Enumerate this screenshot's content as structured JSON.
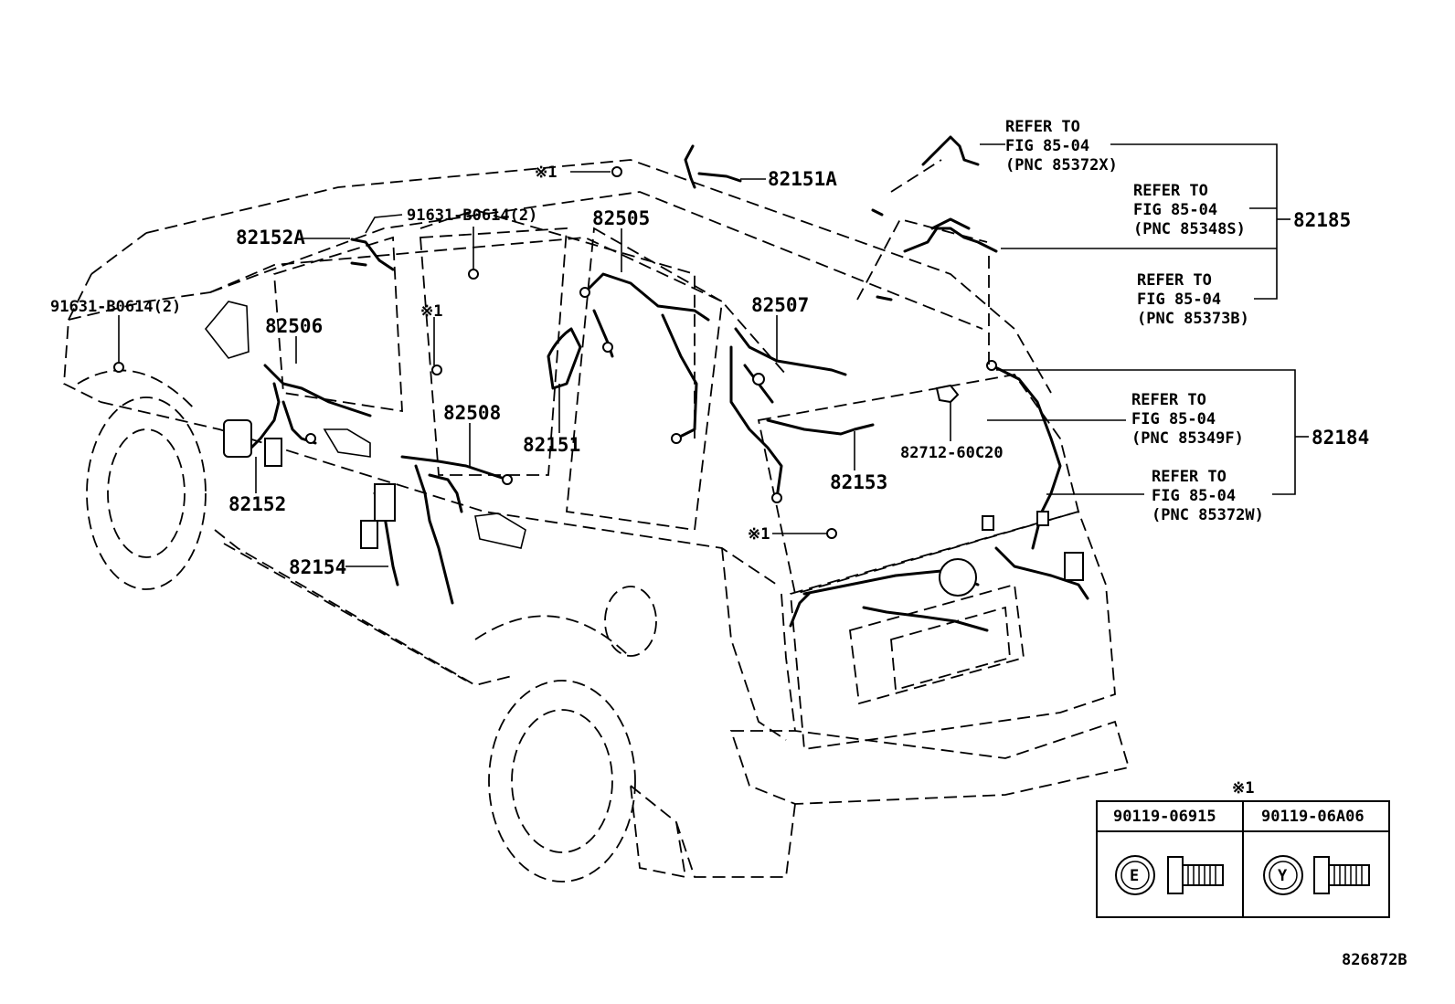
{
  "parts": {
    "p82151A": "82151A",
    "p82152A": "82152A",
    "p91631_top": "91631-B0614(2)",
    "p91631_left": "91631-B0614(2)",
    "p82505": "82505",
    "p82506": "82506",
    "p82507": "82507",
    "p82508": "82508",
    "p82151": "82151",
    "p82152": "82152",
    "p82153": "82153",
    "p82154": "82154",
    "p82712": "82712-60C20",
    "p82185": "82185",
    "p82184": "82184"
  },
  "marks": {
    "m1a": "※1",
    "m1b": "※1",
    "m1c": "※1"
  },
  "refs": [
    {
      "l1": "REFER TO",
      "l2": "FIG 85-04",
      "l3": "(PNC 85372X)"
    },
    {
      "l1": "REFER TO",
      "l2": "FIG 85-04",
      "l3": "(PNC 85348S)"
    },
    {
      "l1": "REFER TO",
      "l2": "FIG 85-04",
      "l3": "(PNC 85373B)"
    },
    {
      "l1": "REFER TO",
      "l2": "FIG 85-04",
      "l3": "(PNC 85349F)"
    },
    {
      "l1": "REFER TO",
      "l2": "FIG 85-04",
      "l3": "(PNC 85372W)"
    }
  ],
  "table": {
    "note": "※1",
    "col1": "90119-06915",
    "col2": "90119-06A06",
    "mark1": "E",
    "mark2": "Y"
  },
  "illustration_id": "826872B"
}
